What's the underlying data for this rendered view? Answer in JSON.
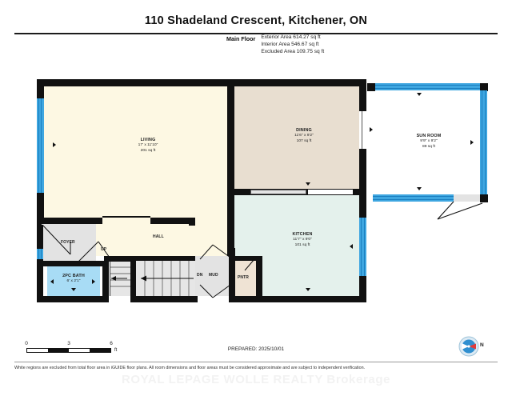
{
  "header": {
    "title": "110 Shadeland Crescent, Kitchener, ON",
    "floor_label": "Main Floor",
    "areas": [
      "Exterior Area 614.27 sq ft",
      "Interior Area 546.67 sq ft",
      "Excluded Area 109.75 sq ft"
    ]
  },
  "rooms": {
    "living": {
      "name": "LIVING",
      "dimensions": "17' x 11'10\"",
      "area": "201 sq ft"
    },
    "dining": {
      "name": "DINING",
      "dimensions": "11'6\" x 9'2\"",
      "area": "107 sq ft"
    },
    "sunroom": {
      "name": "SUN ROOM",
      "dimensions": "9'9\" x 9'2\"",
      "area": "89 sq ft"
    },
    "kitchen": {
      "name": "KITCHEN",
      "dimensions": "11'7\" x 9'0\"",
      "area": "101 sq ft"
    },
    "bath": {
      "name": "2PC BATH",
      "dimensions": "6' x 2'1\"",
      "area": ""
    },
    "foyer": {
      "name": "FOYER"
    },
    "hall": {
      "name": "HALL"
    },
    "mud": {
      "name": "MUD"
    },
    "pantry": {
      "name": "PNTR"
    },
    "up": {
      "name": "UP"
    },
    "down": {
      "name": "DN"
    }
  },
  "scale": {
    "ticks": [
      "0",
      "3",
      "6"
    ],
    "unit": "ft"
  },
  "footer": {
    "prepared": "PREPARED: 2025/10/01",
    "disclaimer": "White regions are excluded from total floor area in iGUIDE floor plans. All room dimensions and floor areas must be considered approximate and are subject to independent verification.",
    "watermark": "ROYAL LEPAGE WOLLE REALTY Brokerage",
    "compass_label": "N"
  },
  "colors": {
    "wall": "#111111",
    "window": "#3ea6e0",
    "living_fill": "#fdf8e3",
    "dining_fill": "#e8ded0",
    "kitchen_fill": "#e4f1ec",
    "bath_fill": "#a8dcf5",
    "excluded_fill": "#ffffff"
  }
}
